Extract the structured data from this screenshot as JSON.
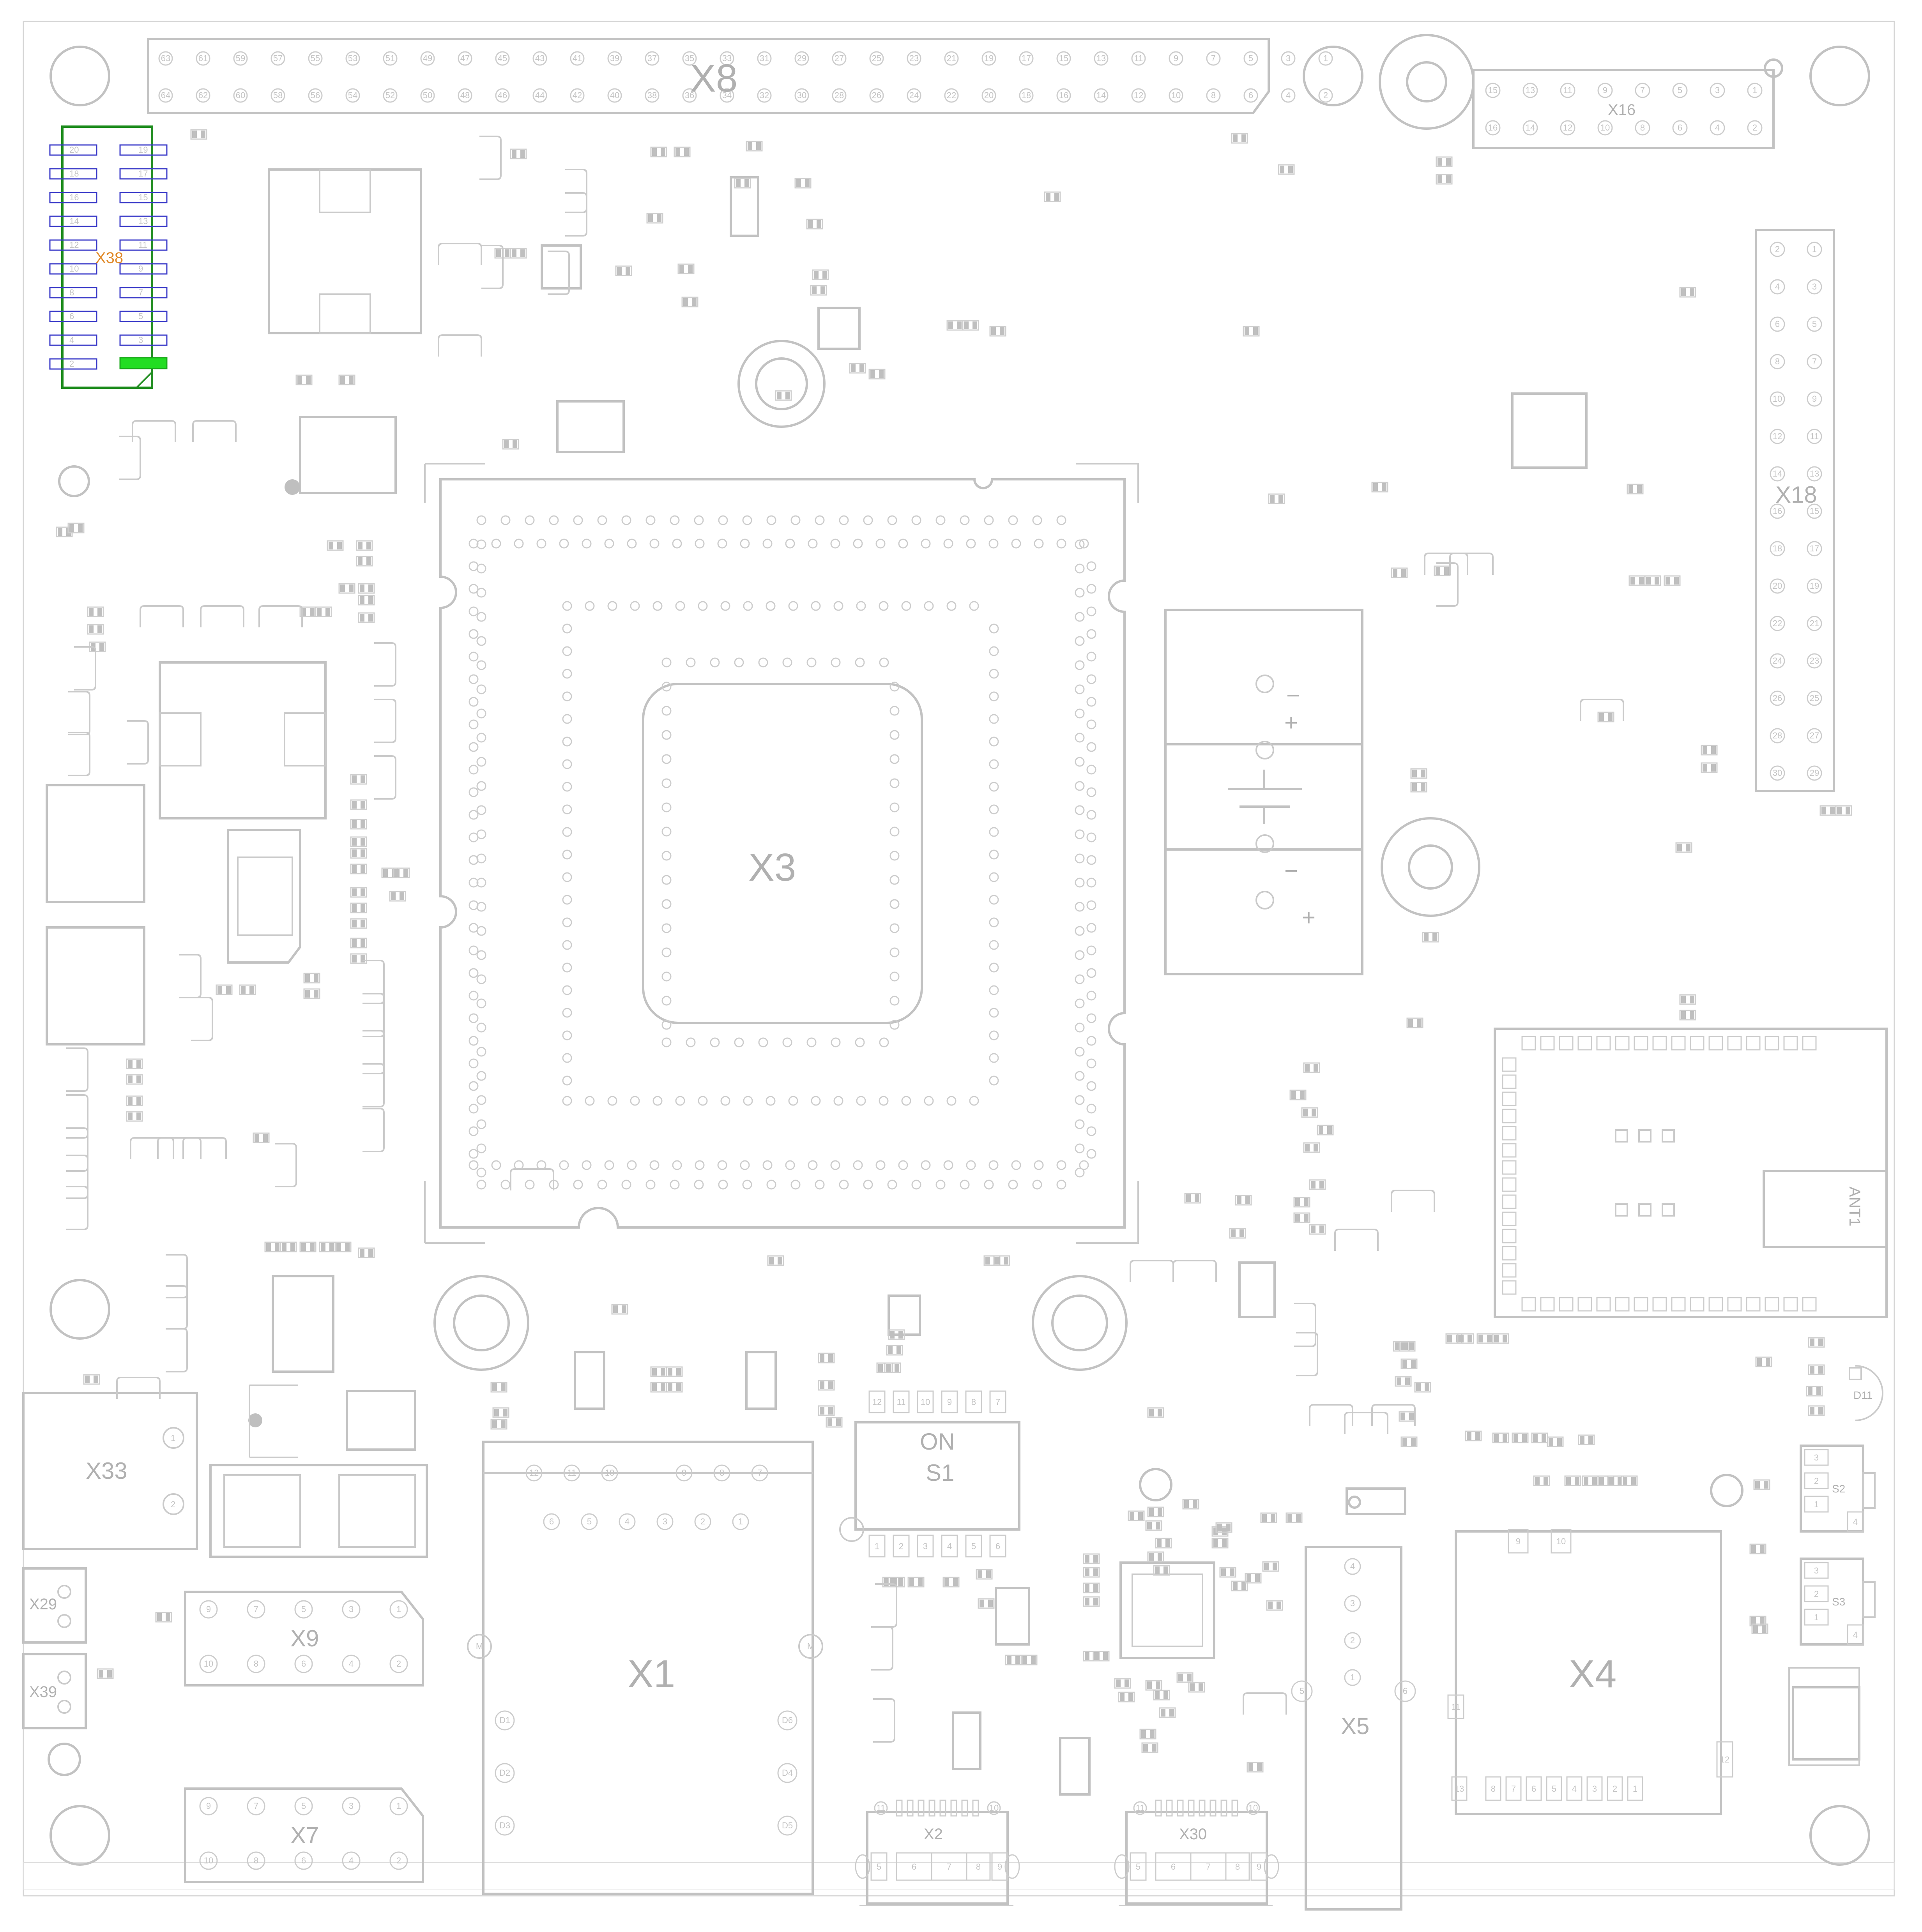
{
  "colors": {
    "outline": "#c2c2c2",
    "pad": "#cccccc",
    "smd": "#bfbfbf",
    "highlight_outline": "#1e8c1e",
    "highlight_pin1": "#22dd22",
    "highlight_label": "#e08a2a",
    "pin_pad_blue": "#3a3ac8"
  },
  "highlighted_component": {
    "reference": "X38",
    "pin_labels": [
      "20",
      "19",
      "18",
      "17",
      "16",
      "15",
      "14",
      "13",
      "12",
      "11",
      "10",
      "9",
      "8",
      "7",
      "6",
      "5",
      "4",
      "3",
      "2",
      "1"
    ]
  },
  "connectors": {
    "x8": {
      "reference": "X8",
      "top_row_pins": [
        "63",
        "61",
        "59",
        "57",
        "55",
        "53",
        "51",
        "49",
        "47",
        "45",
        "43",
        "41",
        "39",
        "37",
        "35",
        "33",
        "31",
        "29",
        "27",
        "25",
        "23",
        "21",
        "19",
        "17",
        "15",
        "13",
        "11",
        "9",
        "7",
        "5",
        "3",
        "1"
      ],
      "bottom_row_pins": [
        "64",
        "62",
        "60",
        "58",
        "56",
        "54",
        "52",
        "50",
        "48",
        "46",
        "44",
        "42",
        "40",
        "38",
        "36",
        "34",
        "32",
        "30",
        "28",
        "26",
        "24",
        "22",
        "20",
        "18",
        "16",
        "14",
        "12",
        "10",
        "8",
        "6",
        "4",
        "2"
      ]
    },
    "x16": {
      "reference": "X16",
      "top_row_pins": [
        "15",
        "13",
        "11",
        "9",
        "7",
        "5",
        "3",
        "1"
      ],
      "bottom_row_pins": [
        "16",
        "14",
        "12",
        "10",
        "8",
        "6",
        "4",
        "2"
      ]
    },
    "x18": {
      "reference": "X18",
      "left_col_pins": [
        "2",
        "4",
        "6",
        "8",
        "10",
        "12",
        "14",
        "16",
        "18",
        "20",
        "22",
        "24",
        "26",
        "28",
        "30"
      ],
      "right_col_pins": [
        "1",
        "3",
        "5",
        "7",
        "9",
        "11",
        "13",
        "15",
        "17",
        "19",
        "21",
        "23",
        "25",
        "27",
        "29"
      ]
    },
    "x33": {
      "reference": "X33",
      "pins": [
        "1",
        "2"
      ]
    },
    "x29": {
      "reference": "X29",
      "pins": [
        "1",
        "2"
      ]
    },
    "x39": {
      "reference": "X39",
      "pins": [
        "1",
        "2"
      ]
    },
    "x9": {
      "reference": "X9",
      "top_row_pins": [
        "9",
        "7",
        "5",
        "3",
        "1"
      ],
      "bottom_row_pins": [
        "10",
        "8",
        "6",
        "4",
        "2"
      ]
    },
    "x7": {
      "reference": "X7",
      "top_row_pins": [
        "9",
        "7",
        "5",
        "3",
        "1"
      ],
      "bottom_row_pins": [
        "10",
        "8",
        "6",
        "4",
        "2"
      ]
    },
    "x1": {
      "reference": "X1",
      "top_pins": [
        "12",
        "11",
        "10",
        "9",
        "8",
        "7"
      ],
      "second_row_pins": [
        "6",
        "5",
        "4",
        "3",
        "2",
        "1"
      ],
      "left_side_pins": [
        "D1",
        "D2",
        "D3"
      ],
      "right_side_pins": [
        "D6",
        "D4",
        "D5"
      ],
      "mount_labels": [
        "M",
        "M"
      ]
    },
    "x2": {
      "reference": "X2",
      "top_pins": [
        "11",
        "10"
      ],
      "bottom_pins": [
        "5",
        "6",
        "7",
        "8",
        "9"
      ]
    },
    "x30": {
      "reference": "X30",
      "top_pins": [
        "11",
        "10"
      ],
      "bottom_pins": [
        "5",
        "6",
        "7",
        "8",
        "9"
      ]
    },
    "x5": {
      "reference": "X5",
      "pins": [
        "4",
        "3",
        "2",
        "1"
      ],
      "side_labels": [
        "5",
        "6"
      ]
    },
    "x4": {
      "reference": "X4",
      "top_pins": [
        "9",
        "10"
      ],
      "bottom_pins": [
        "13",
        "8",
        "7",
        "6",
        "5",
        "4",
        "3",
        "2",
        "1"
      ],
      "side_labels": [
        "11",
        "12"
      ]
    }
  },
  "components": {
    "x3": {
      "reference": "X3"
    },
    "s1": {
      "reference": "S1",
      "state_label": "ON",
      "top_pins": [
        "12",
        "11",
        "10",
        "9",
        "8",
        "7"
      ],
      "bottom_pins": [
        "1",
        "2",
        "3",
        "4",
        "5",
        "6"
      ]
    },
    "s2": {
      "reference": "S2",
      "pins": [
        "3",
        "2",
        "1",
        "4"
      ]
    },
    "s3": {
      "reference": "S3",
      "pins": [
        "3",
        "2",
        "1",
        "4"
      ]
    },
    "d11": {
      "reference": "D11"
    },
    "ant1": {
      "reference": "ANT1"
    },
    "battery": {
      "labels": [
        "+",
        "−",
        "+",
        "−"
      ]
    }
  }
}
